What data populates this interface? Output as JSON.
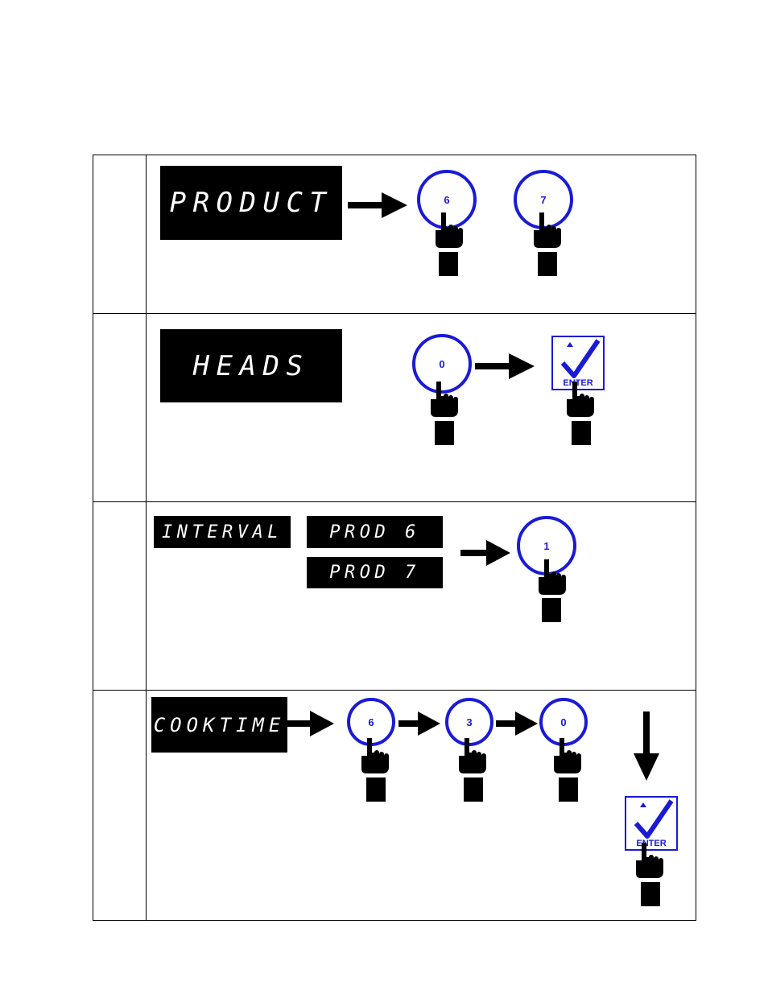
{
  "steps": [
    {
      "display": "PRODUCT",
      "keys": [
        "6",
        "7"
      ]
    },
    {
      "display": "HEADS",
      "keys": [
        "0"
      ],
      "enter_label": "ENTER"
    },
    {
      "display": "INTERVAL",
      "sub_displays": [
        "PROD 6",
        "PROD 7"
      ],
      "keys": [
        "1"
      ]
    },
    {
      "display": "COOKTIME",
      "keys": [
        "6",
        "3",
        "0"
      ],
      "enter_label": "ENTER"
    }
  ],
  "colors": {
    "key_blue": "#1a1ad6",
    "display_bg": "#000000",
    "display_text": "#ffffff"
  },
  "icons": [
    "pointing-hand-icon",
    "checkmark-icon",
    "right-arrow-icon",
    "down-arrow-icon"
  ]
}
